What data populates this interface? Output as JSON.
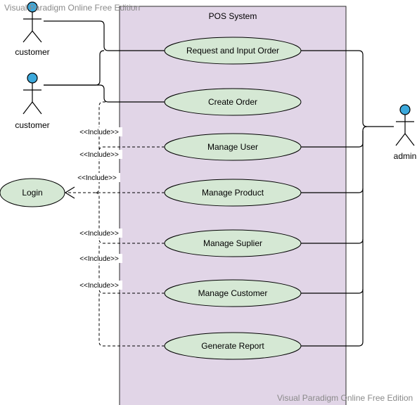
{
  "watermark": "Visual Paradigm Online Free Edition",
  "system": {
    "title": "POS System"
  },
  "actors": [
    {
      "id": "customer-1",
      "label": "customer"
    },
    {
      "id": "customer-2",
      "label": "customer"
    },
    {
      "id": "admin",
      "label": "admin"
    }
  ],
  "use_cases": [
    {
      "id": "request-input-order",
      "label": "Request and Input Order"
    },
    {
      "id": "create-order",
      "label": "Create Order"
    },
    {
      "id": "manage-user",
      "label": "Manage User"
    },
    {
      "id": "manage-product",
      "label": "Manage Product"
    },
    {
      "id": "manage-suplier",
      "label": "Manage Suplier"
    },
    {
      "id": "manage-customer",
      "label": "Manage Customer"
    },
    {
      "id": "generate-report",
      "label": "Generate Report"
    }
  ],
  "login": {
    "label": "Login"
  },
  "include_label": "<<Include>>",
  "colors": {
    "system_fill": "#e1d5e7",
    "system_stroke": "#2b2b2b",
    "usecase_fill": "#d5e8d4",
    "actor_head": "#3ca9dc",
    "line": "#000000",
    "watermark": "#8a8a8a"
  }
}
